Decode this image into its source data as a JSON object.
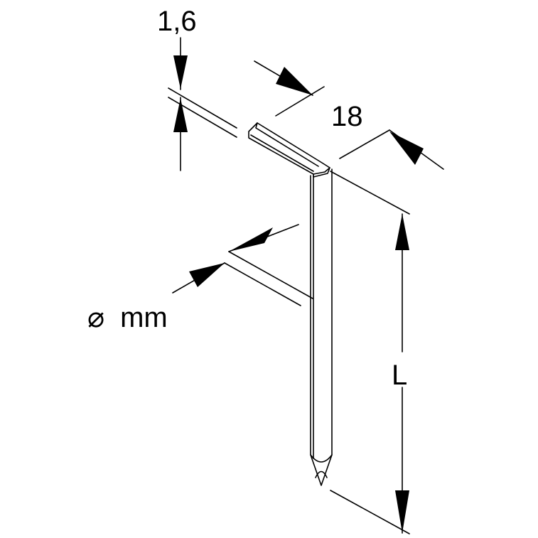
{
  "labels": {
    "head_thickness": "1,6",
    "head_width": "18",
    "length": "L",
    "diameter_symbol": "⌀",
    "diameter_unit": "mm"
  }
}
